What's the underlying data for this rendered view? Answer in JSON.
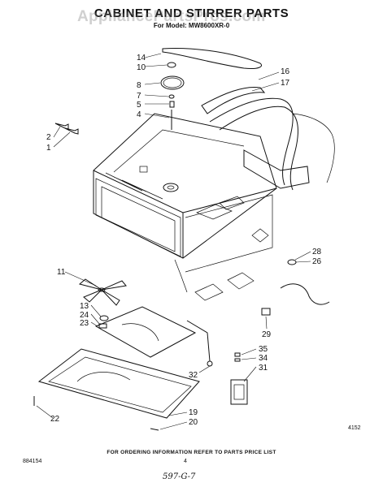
{
  "header": {
    "title": "CABINET AND STIRRER PARTS",
    "model_line": "For Model: MW8600XR-0",
    "watermark": "AppliancePartsPros.com"
  },
  "callouts": [
    "14",
    "10",
    "8",
    "7",
    "5",
    "4",
    "2",
    "1",
    "16",
    "17",
    "28",
    "26",
    "11",
    "13",
    "24",
    "23",
    "29",
    "35",
    "34",
    "31",
    "32",
    "22",
    "19",
    "20"
  ],
  "footer": {
    "ordering_note": "FOR ORDERING INFORMATION REFER TO PARTS PRICE LIST",
    "doc_number": "884154",
    "page_number": "4",
    "handwritten": "597-G-7",
    "figure_code": "4152"
  }
}
